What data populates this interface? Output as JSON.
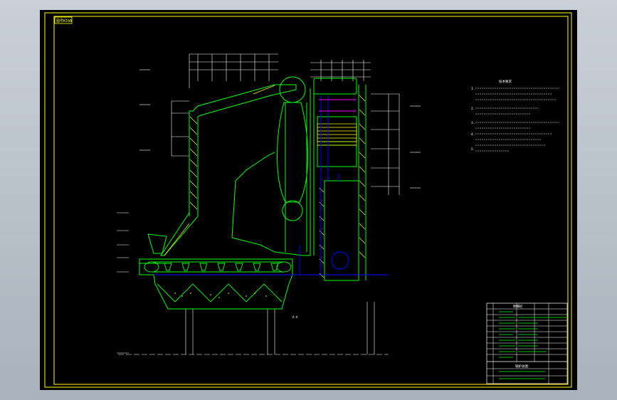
{
  "drawing": {
    "title_tag": "图号K10A",
    "notes_title": "技术要求",
    "notes_items": [
      "1.",
      "2.",
      "3.",
      "4.",
      "5."
    ],
    "section_label": "A-A",
    "table_title": "明细栏",
    "table_header": [
      "序号",
      "名称",
      "数量",
      "备注"
    ],
    "title_block_name": "锅炉总图",
    "colors": {
      "sheet": "#000000",
      "border": "#ffff00",
      "structure": "#00ff00",
      "setting": "#ffff00",
      "lines": "#ffffff",
      "water": "#0000ff",
      "accent": "#ff00ff"
    }
  }
}
